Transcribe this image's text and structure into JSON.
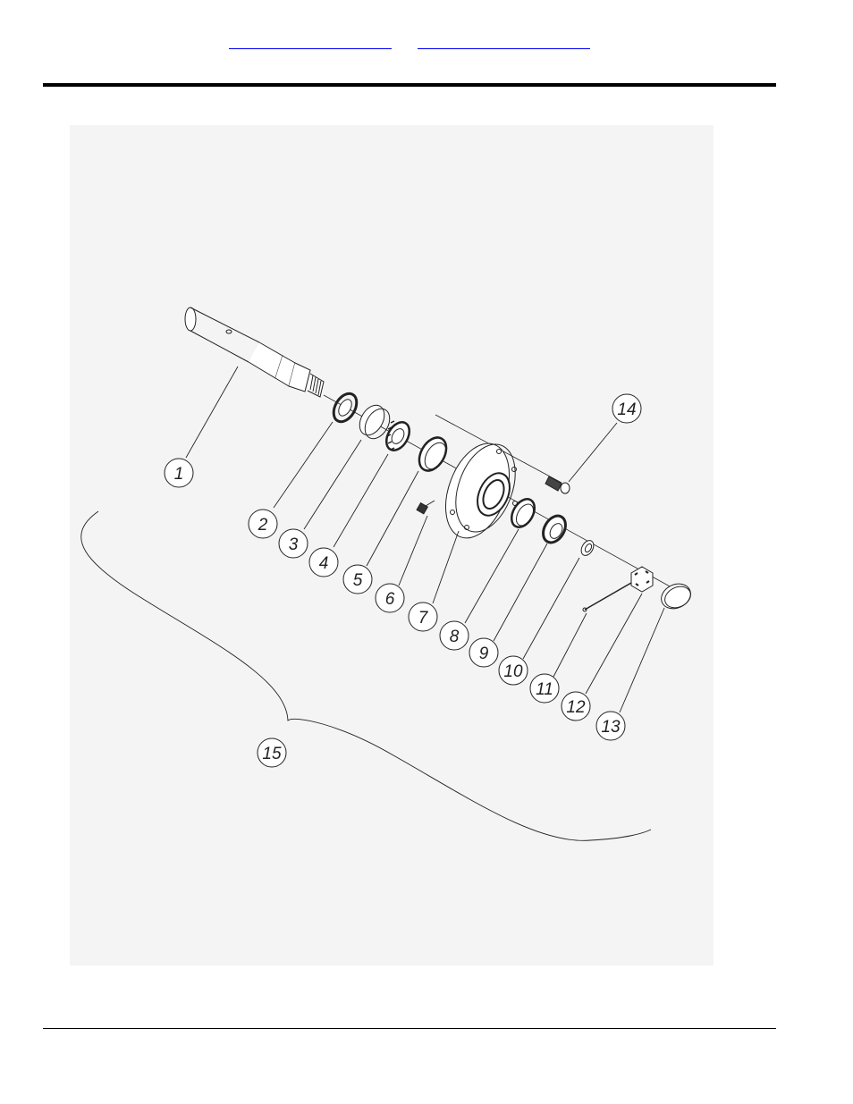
{
  "nav": {
    "prev_link": "",
    "next_link": ""
  },
  "diagram": {
    "callouts": [
      "1",
      "2",
      "3",
      "4",
      "5",
      "6",
      "7",
      "8",
      "9",
      "10",
      "11",
      "12",
      "13",
      "14",
      "15"
    ]
  }
}
